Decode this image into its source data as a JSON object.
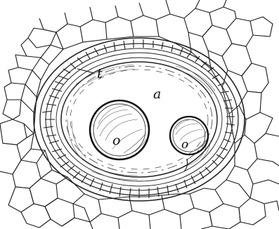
{
  "figure": {
    "labels": {
      "tapetum": "t",
      "cavity": "a",
      "body_large": "o",
      "body_small": "o"
    }
  }
}
